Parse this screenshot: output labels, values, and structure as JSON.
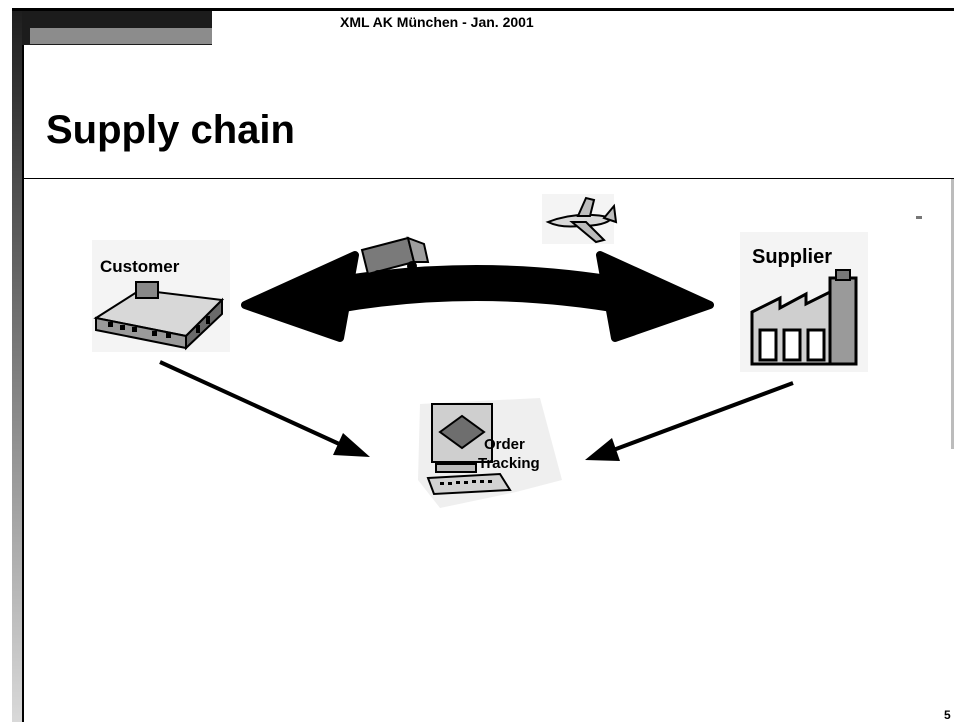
{
  "header": {
    "text": "XML AK München - Jan. 2001"
  },
  "slide": {
    "title": "Supply chain",
    "page_number": "5"
  },
  "nodes": {
    "customer": {
      "label": "Customer"
    },
    "supplier": {
      "label": "Supplier"
    },
    "order_tracking": {
      "label_line1": "Order",
      "label_line2": "Tracking"
    }
  },
  "icons": [
    "factory-icon",
    "truck-icon",
    "airplane-icon",
    "computer-icon"
  ],
  "colors": {
    "background": "#ffffff",
    "foreground": "#000000"
  }
}
